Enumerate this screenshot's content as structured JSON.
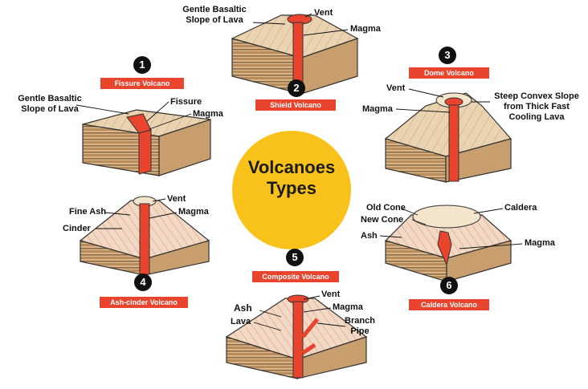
{
  "title": "Volcanoes Types",
  "colors": {
    "accent": "#f9c21a",
    "badge": "#e8442e",
    "magma": "#e8442e",
    "rock": "#e3c8a2"
  },
  "volcanoes": [
    {
      "number": "1",
      "name": "Fissure Volcano",
      "labels": [
        "Gentle Basaltic Slope of Lava",
        "Fissure",
        "Magma"
      ]
    },
    {
      "number": "2",
      "name": "Shield Volcano",
      "labels": [
        "Gentle Basaltic Slope of Lava",
        "Vent",
        "Magma"
      ]
    },
    {
      "number": "3",
      "name": "Dome Volcano",
      "labels": [
        "Vent",
        "Magma",
        "Steep Convex Slope from Thick Fast Cooling Lava"
      ]
    },
    {
      "number": "4",
      "name": "Ash-cinder Volcano",
      "labels": [
        "Vent",
        "Fine Ash",
        "Magma",
        "Cinder"
      ]
    },
    {
      "number": "5",
      "name": "Composite Volcano",
      "labels": [
        "Vent",
        "Ash",
        "Magma",
        "Lava",
        "Branch Pipe"
      ]
    },
    {
      "number": "6",
      "name": "Caldera Volcano",
      "labels": [
        "Old Cone",
        "Caldera",
        "New Cone",
        "Ash",
        "Magma"
      ]
    }
  ]
}
